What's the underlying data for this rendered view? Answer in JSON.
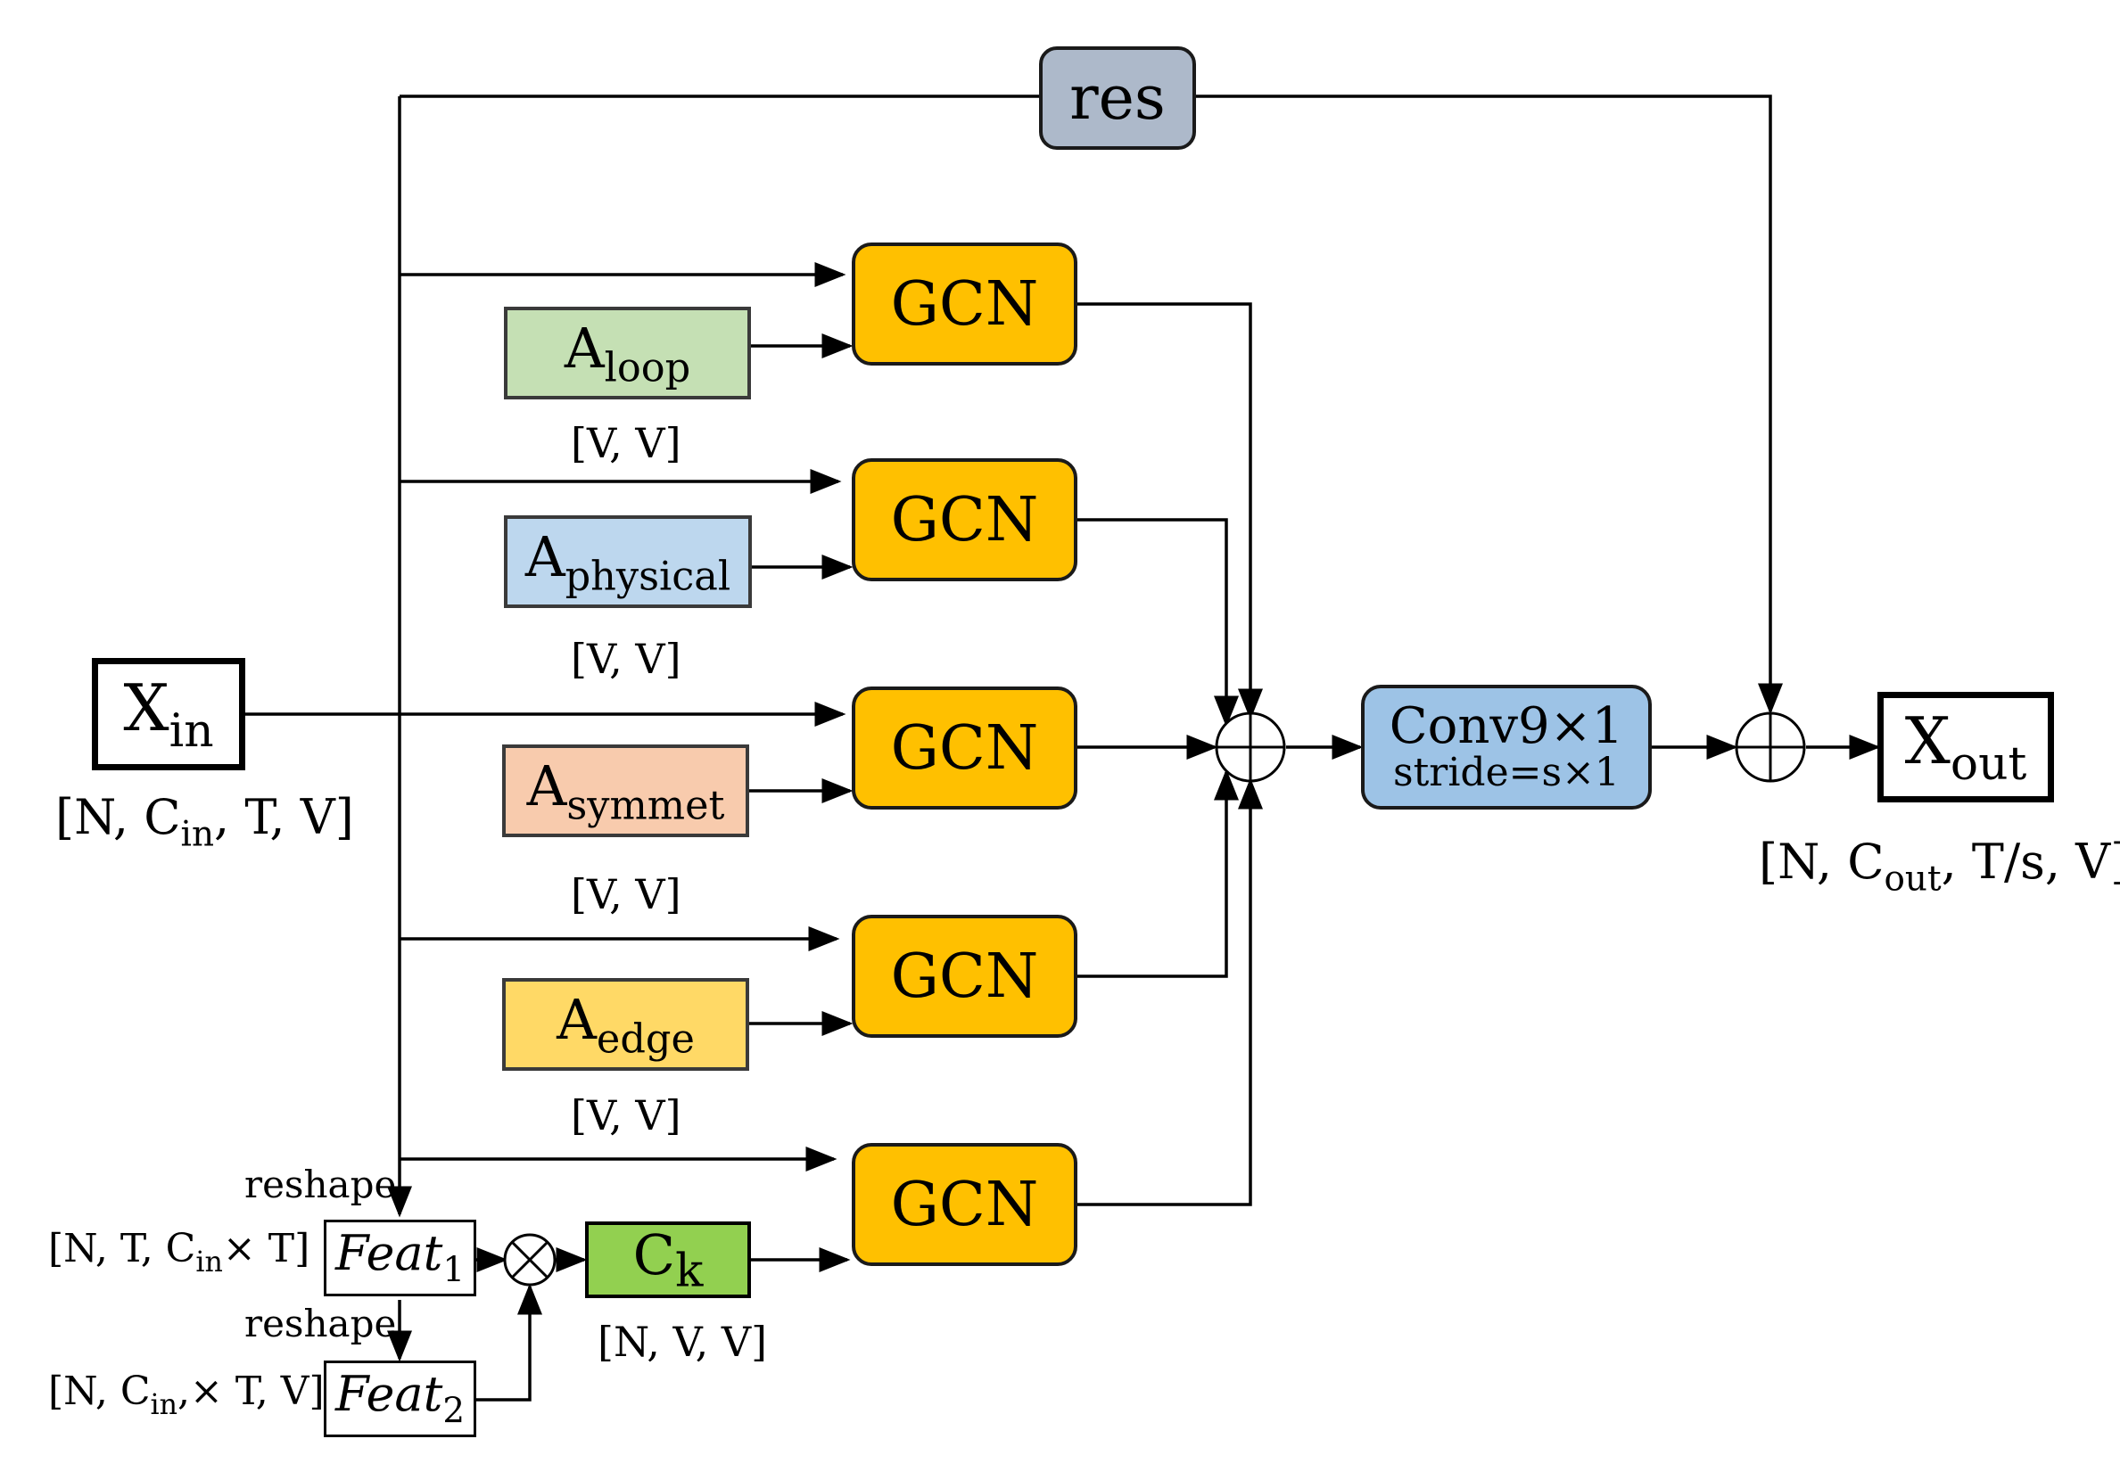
{
  "nodes": {
    "res": {
      "label": "res",
      "color": "#ADB9CA"
    },
    "x_in": {
      "main": "X",
      "sub": "in"
    },
    "x_in_shape": {
      "pre": "[N, C",
      "sub": "in",
      "post": ", T, V]"
    },
    "gcn_label": "GCN",
    "gcn_color": "#FFC000",
    "a_loop": {
      "main": "A",
      "sub": "loop",
      "shape": "[V, V]",
      "color": "#C5E0B4"
    },
    "a_physical": {
      "main": "A",
      "sub": "physical",
      "shape": "[V, V]",
      "color": "#BDD7EE"
    },
    "a_symmet": {
      "main": "A",
      "sub": "symmet",
      "shape": "[V, V]",
      "color": "#F8CBAD"
    },
    "a_edge": {
      "main": "A",
      "sub": "edge",
      "shape": "[V, V]",
      "color": "#FFD966"
    },
    "conv": {
      "line1": "Conv9×1",
      "line2": "stride=s×1",
      "color": "#9DC3E6"
    },
    "x_out": {
      "main": "X",
      "sub": "out"
    },
    "x_out_shape": {
      "pre": "[N, C",
      "sub": "out",
      "post": ", T/s, V]"
    },
    "feat1": {
      "main": "Feat",
      "sub": "1"
    },
    "feat2": {
      "main": "Feat",
      "sub": "2"
    },
    "reshape_1": "reshape",
    "reshape_2": "reshape",
    "feat1_shape": {
      "pre": "[N, T, C",
      "sub": "in",
      "post": "× T]"
    },
    "feat2_shape": {
      "pre": "[N, C",
      "sub": "in",
      "post": ",× T, V]"
    },
    "ck": {
      "main": "C",
      "sub": "k",
      "shape": "[N, V, V]",
      "color": "#92D050"
    }
  }
}
